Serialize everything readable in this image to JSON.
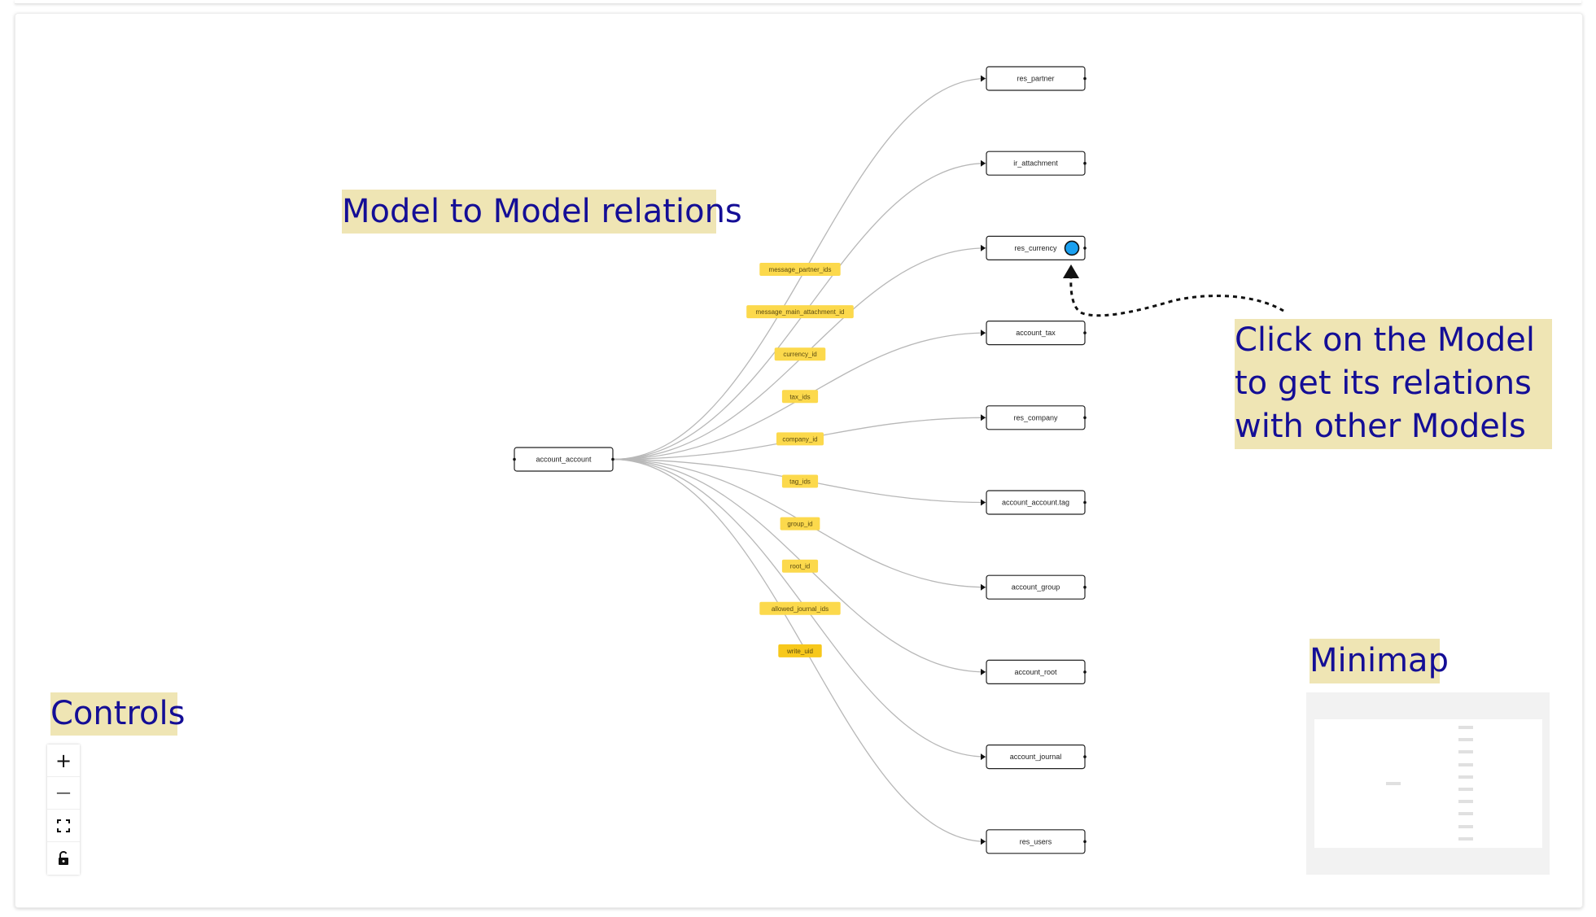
{
  "diagram": {
    "source_node": {
      "label": "account_account"
    },
    "target_nodes": [
      {
        "label": "res_partner",
        "edge_label": "message_partner_ids"
      },
      {
        "label": "ir_attachment",
        "edge_label": "message_main_attachment_id"
      },
      {
        "label": "res_currency",
        "edge_label": "currency_id",
        "selected": true
      },
      {
        "label": "account_tax",
        "edge_label": "tax_ids"
      },
      {
        "label": "res_company",
        "edge_label": "company_id"
      },
      {
        "label": "account_account.tag",
        "edge_label": "tag_ids"
      },
      {
        "label": "account_group",
        "edge_label": "group_id"
      },
      {
        "label": "account_root",
        "edge_label": "root_id"
      },
      {
        "label": "account_journal",
        "edge_label": "allowed_journal_ids"
      },
      {
        "label": "res_users",
        "edge_label": "write_uid"
      }
    ],
    "colors": {
      "edge": "#b8b8b8",
      "edge_label_bg": "#fcd94c",
      "edge_label_bg_active": "#f7c81b",
      "node_border": "#222222",
      "selected_dot": "#1aa0f0",
      "annotation_bg": "#efe5b4",
      "annotation_text": "#140e96"
    }
  },
  "annotations": {
    "model_relations": "Model to Model relations",
    "click_hint": "Click on the Model to get its relations with other Models",
    "minimap": "Minimap",
    "controls": "Controls"
  },
  "controls": {
    "zoom_in_icon": "+",
    "zoom_out_icon": "—",
    "fit_view_icon": "fit-view-icon",
    "lock_icon": "lock-icon"
  },
  "minimap": {
    "node_count": 11
  }
}
